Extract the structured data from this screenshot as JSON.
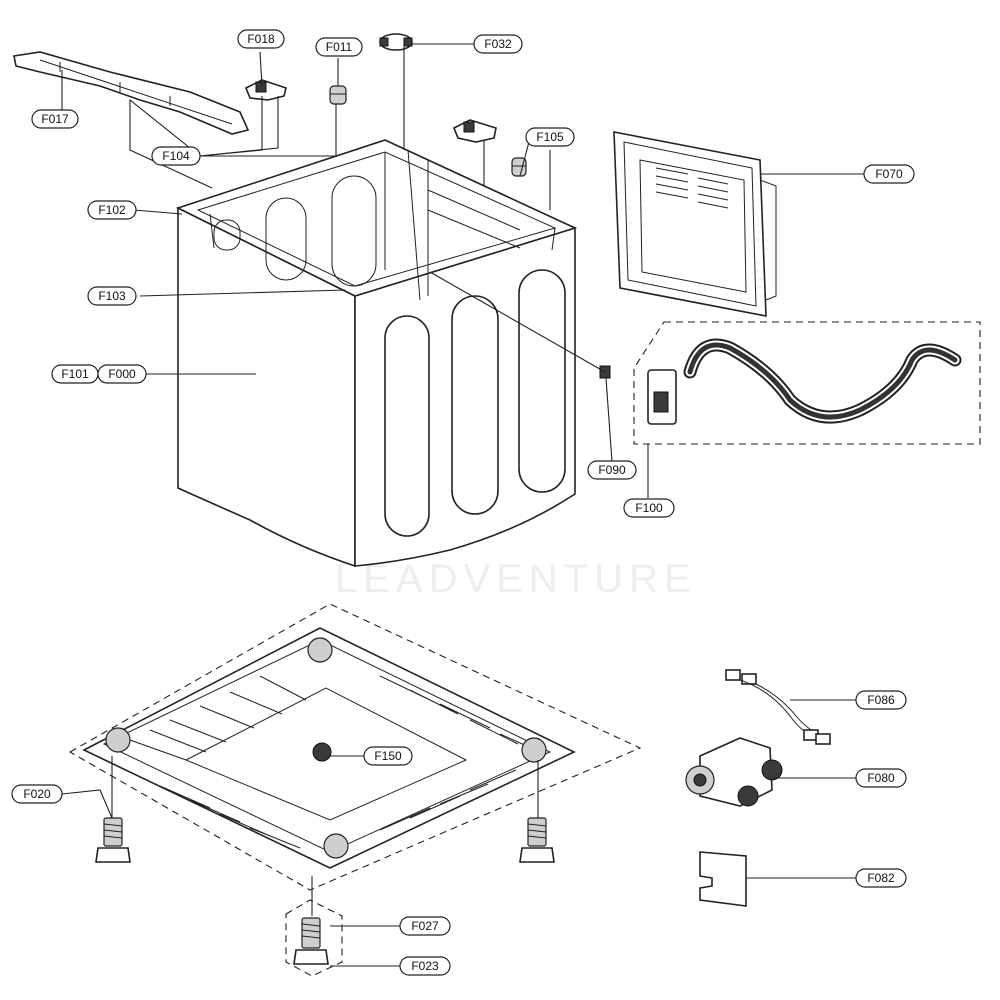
{
  "watermark": "LEADVENTURE",
  "labels": {
    "F017": "F017",
    "F018": "F018",
    "F011": "F011",
    "F032": "F032",
    "F104": "F104",
    "F105": "F105",
    "F102": "F102",
    "F103": "F103",
    "F101": "F101",
    "F000": "F000",
    "F070": "F070",
    "F090": "F090",
    "F100": "F100",
    "F020": "F020",
    "F150": "F150",
    "F086": "F086",
    "F080": "F080",
    "F082": "F082",
    "F027": "F027",
    "F023": "F023"
  }
}
